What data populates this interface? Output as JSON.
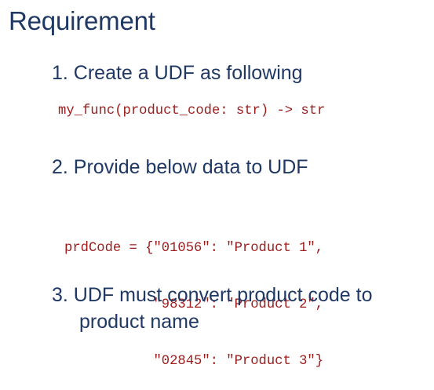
{
  "title": "Requirement",
  "items": [
    {
      "label": "1. Create a UDF as following",
      "code": "my_func(product_code: str) -> str"
    },
    {
      "label": "2. Provide below data to UDF",
      "code_lines": [
        "prdCode = {\"01056\": \"Product 1\",",
        "           \"98312\": \"Product 2\",",
        "           \"02845\": \"Product 3\"}"
      ]
    },
    {
      "label_line1": "3. UDF must convert product code to",
      "label_line2": "product name"
    }
  ],
  "colors": {
    "heading": "#1f3864",
    "code": "#9c1c1c",
    "background": "#ffffff"
  }
}
